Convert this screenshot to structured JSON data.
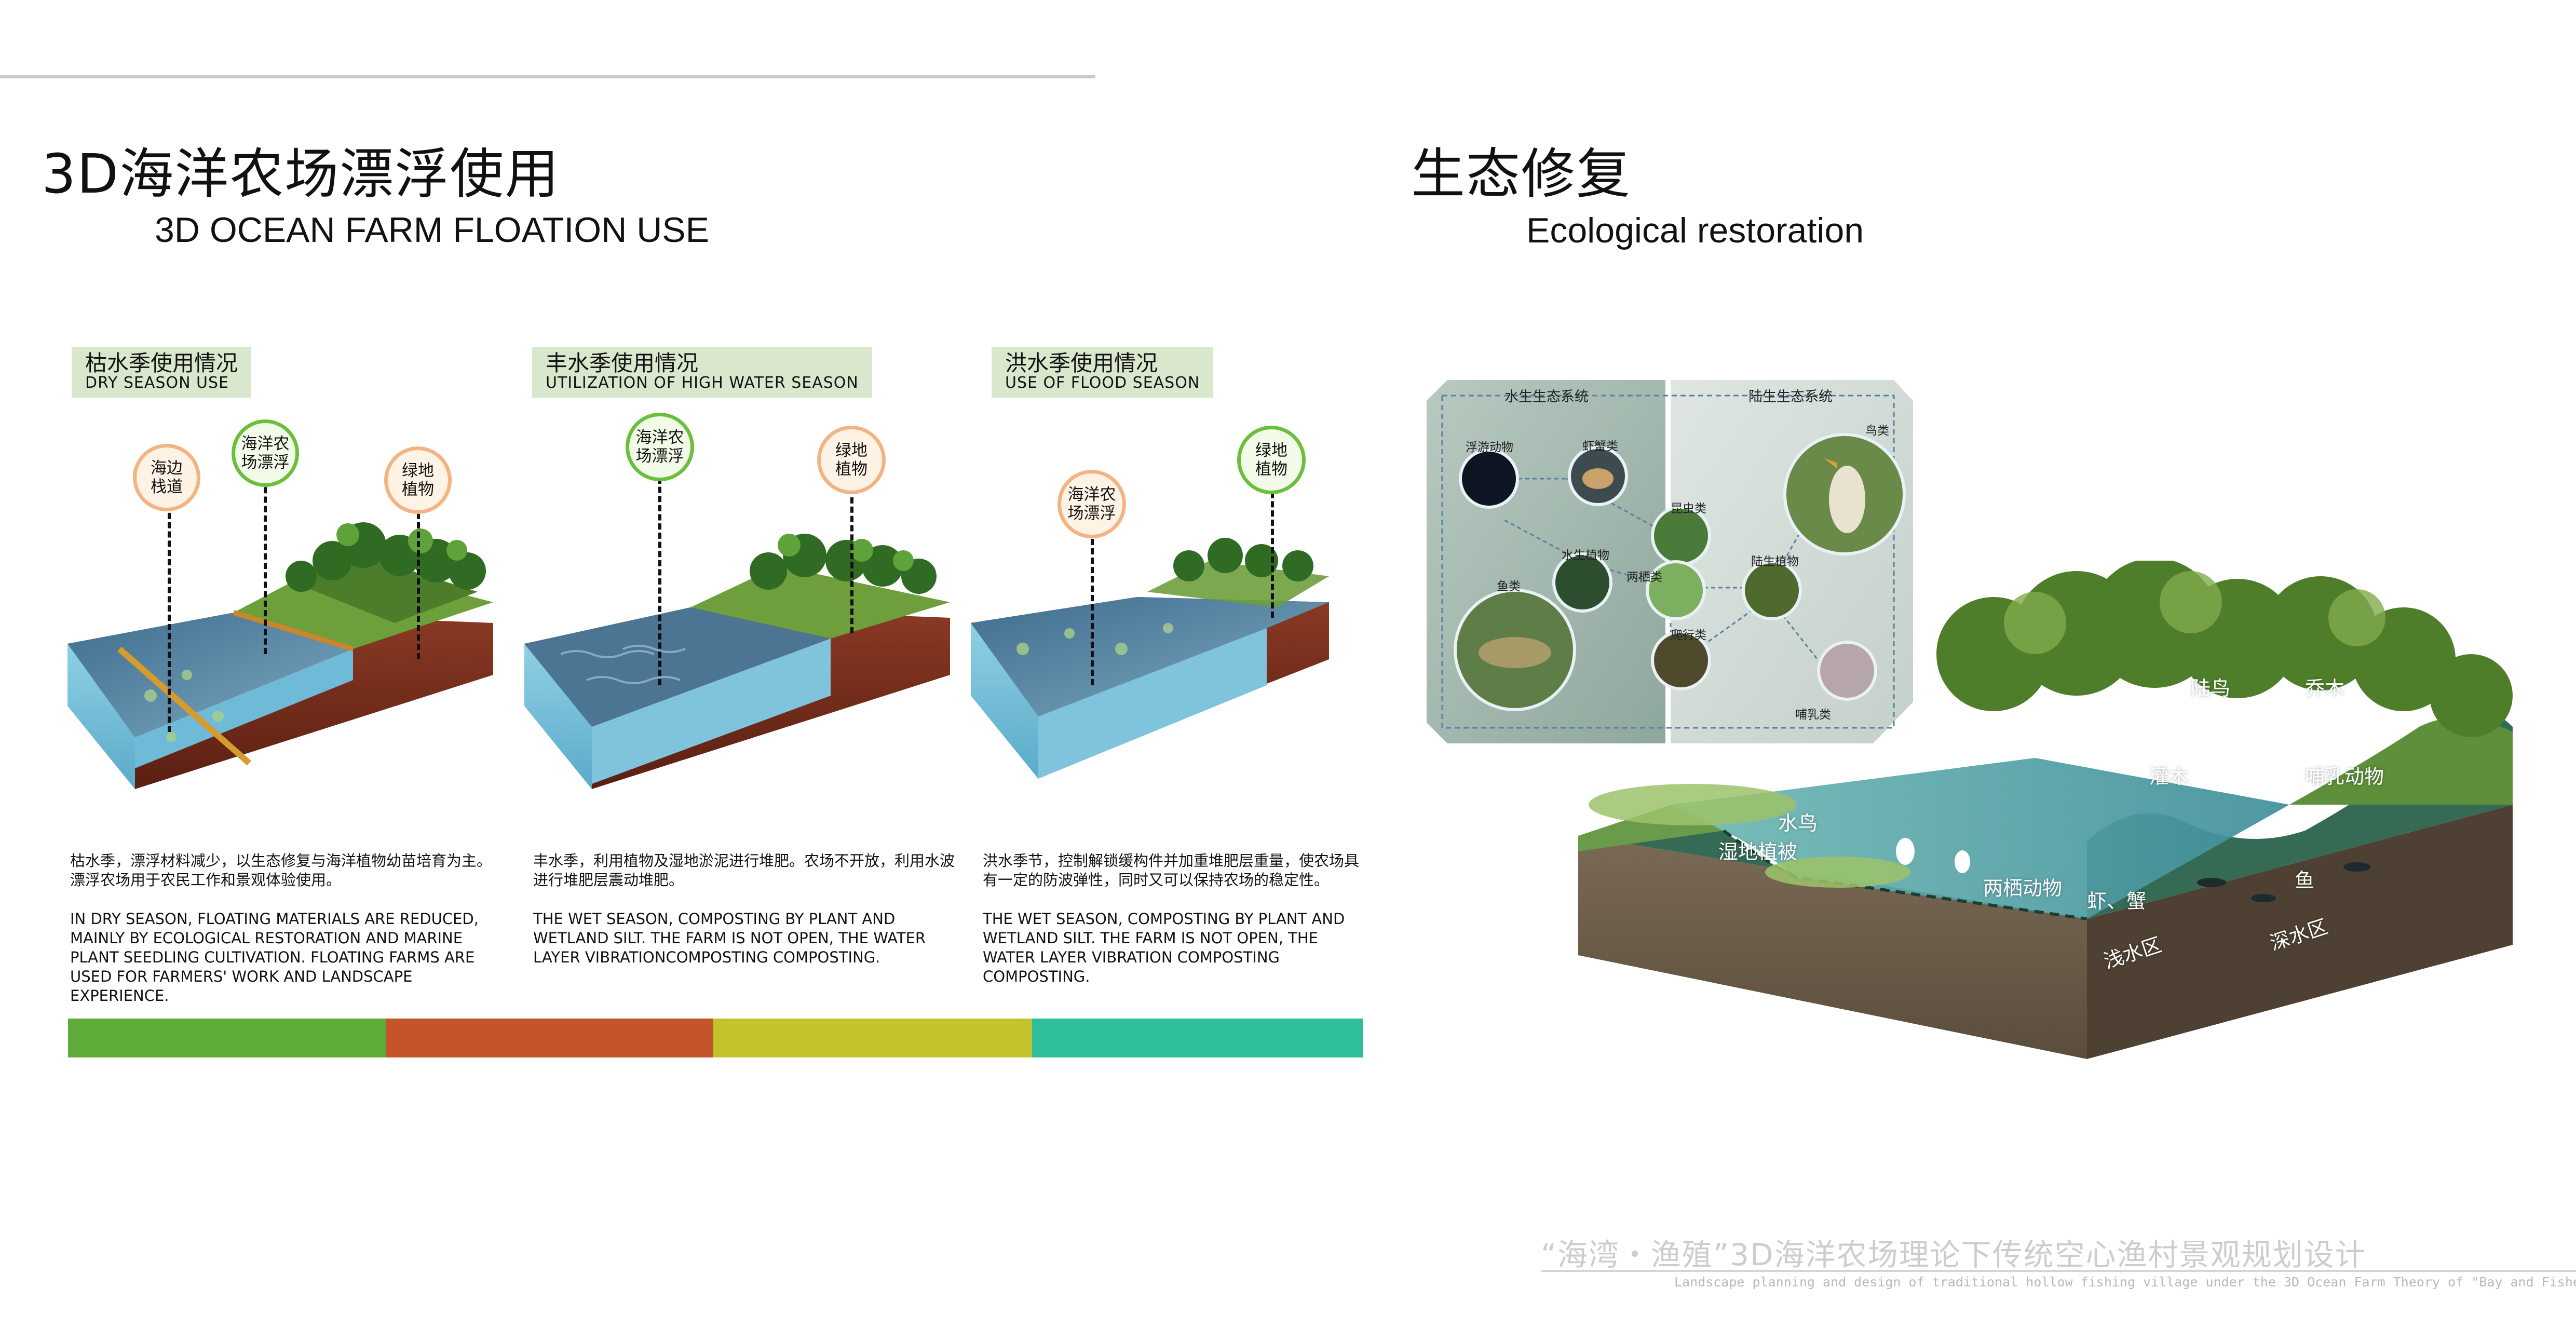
{
  "left": {
    "title_zh": "3D海洋农场漂浮使用",
    "title_en": "3D OCEAN FARM FLOATION USE",
    "panels": [
      {
        "tag_zh": "枯水季使用情况",
        "tag_en": "DRY SEASON USE",
        "badges": [
          "海边栈道",
          "海洋农场漂浮",
          "绿地植物"
        ],
        "desc_zh": "枯水季，漂浮材料减少，以生态修复与海洋植物幼苗培育为主。漂浮农场用于农民工作和景观体验使用。",
        "desc_en": "IN DRY SEASON, FLOATING MATERIALS ARE REDUCED, MAINLY BY ECOLOGICAL RESTORATION AND MARINE PLANT SEEDLING CULTIVATION. FLOATING FARMS ARE USED FOR FARMERS' WORK AND LANDSCAPE EXPERIENCE."
      },
      {
        "tag_zh": "丰水季使用情况",
        "tag_en": "UTILIZATION OF HIGH WATER SEASON",
        "badges": [
          "海洋农场漂浮",
          "绿地植物"
        ],
        "desc_zh": "丰水季，利用植物及湿地淤泥进行堆肥。农场不开放，利用水波进行堆肥层震动堆肥。",
        "desc_en": "THE WET SEASON, COMPOSTING BY PLANT AND WETLAND SILT. THE FARM IS NOT OPEN, THE WATER LAYER VIBRATIONCOMPOSTING COMPOSTING."
      },
      {
        "tag_zh": "洪水季使用情况",
        "tag_en": "USE OF FLOOD SEASON",
        "badges": [
          "海洋农场漂浮",
          "绿地植物"
        ],
        "desc_zh": "洪水季节，控制解锁缓构件并加重堆肥层重量，使农场具有一定的防波弹性，同时又可以保持农场的稳定性。",
        "desc_en": "THE WET SEASON, COMPOSTING BY PLANT AND WETLAND SILT. THE FARM IS NOT OPEN, THE WATER LAYER VIBRATION COMPOSTING COMPOSTING."
      }
    ],
    "colors": [
      "#5fac3a",
      "#c4552a",
      "#c3c42b",
      "#2bbf9c"
    ]
  },
  "right": {
    "title_zh": "生态修复",
    "title_en": "Ecological restoration",
    "ecosystem": {
      "aquatic_title": "水生生态系统",
      "terrestrial_title": "陆生生态系统",
      "nodes": [
        "浮游动物",
        "虾蟹类",
        "鱼类",
        "水生植物",
        "昆虫类",
        "两栖类",
        "爬行类",
        "陆生植物",
        "鸟类",
        "哺乳类"
      ]
    },
    "section_labels": [
      "陆鸟",
      "乔木",
      "灌木",
      "哺乳动物",
      "水鸟",
      "湿地植被",
      "两栖动物",
      "虾、蟹",
      "鱼",
      "浅水区",
      "深水区"
    ]
  },
  "footer": {
    "zh": "“海湾・渔殖”3D海洋农场理论下传统空心渔村景观规划设计",
    "en": "Landscape planning and design of traditional hollow fishing village under the 3D Ocean Farm Theory of \"Bay and Fishery\""
  }
}
